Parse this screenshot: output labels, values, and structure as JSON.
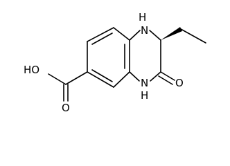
{
  "structure": {
    "atom_labels": {
      "nh_top": "H",
      "n_top": "N",
      "nh_bottom": "H",
      "n_bottom": "N",
      "ketone_o": "O",
      "acid_ho": "HO",
      "acid_o": "O"
    },
    "colors": {
      "bonds": "#000000",
      "background": "#ffffff"
    }
  }
}
